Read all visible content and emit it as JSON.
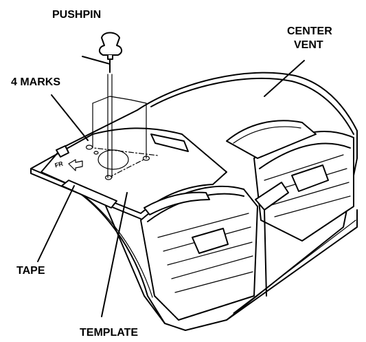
{
  "labels": {
    "pushpin": "PUSHPIN",
    "center_vent_line1": "CENTER",
    "center_vent_line2": "VENT",
    "four_marks": "4 MARKS",
    "tape": "TAPE",
    "template": "TEMPLATE",
    "template_arrow_text": "FR"
  },
  "colors": {
    "template_fill": "#cfcfcf",
    "line": "#000000",
    "background": "#ffffff"
  },
  "icons": {
    "pushpin": "pushpin-icon",
    "direction_arrow": "arrow-left-icon"
  }
}
